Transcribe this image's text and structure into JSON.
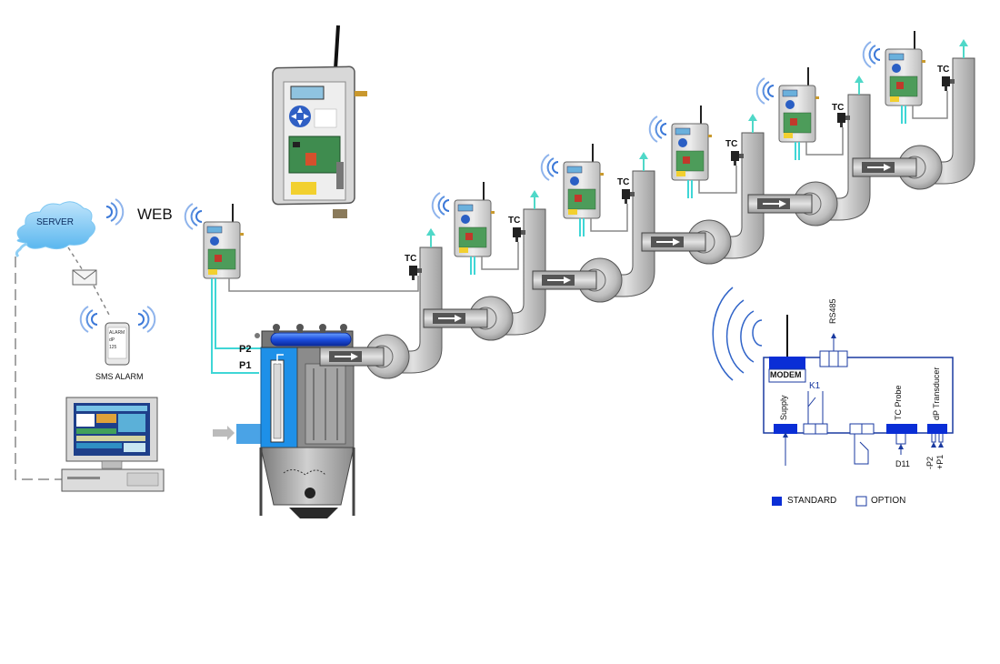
{
  "diagram": {
    "labels": {
      "web": "WEB",
      "server": "SERVER",
      "sms_alarm": "SMS ALARM",
      "phone_line1": "ALARM",
      "phone_line2": "dP",
      "phone_line3": "125",
      "p2": "P2",
      "p1": "P1",
      "tc": "TC",
      "modem": "MODEM",
      "k1": "K1",
      "supply": "Supply",
      "tc_probe": "TC Probe",
      "dp_transducer": "dP Transducer",
      "rs485": "RS485",
      "d11": "D11",
      "minus_p2": "-P2",
      "plus_p1": "+P1",
      "legend_standard": "STANDARD",
      "legend_option": "OPTION"
    },
    "colors": {
      "standard_blue": "#0a2ed6",
      "pipe_gray": "#bfbfbf",
      "tube_cyan": "#3fd6d6",
      "wave_blue": "#2f63c8",
      "filter_blue": "#1e90e8"
    }
  }
}
